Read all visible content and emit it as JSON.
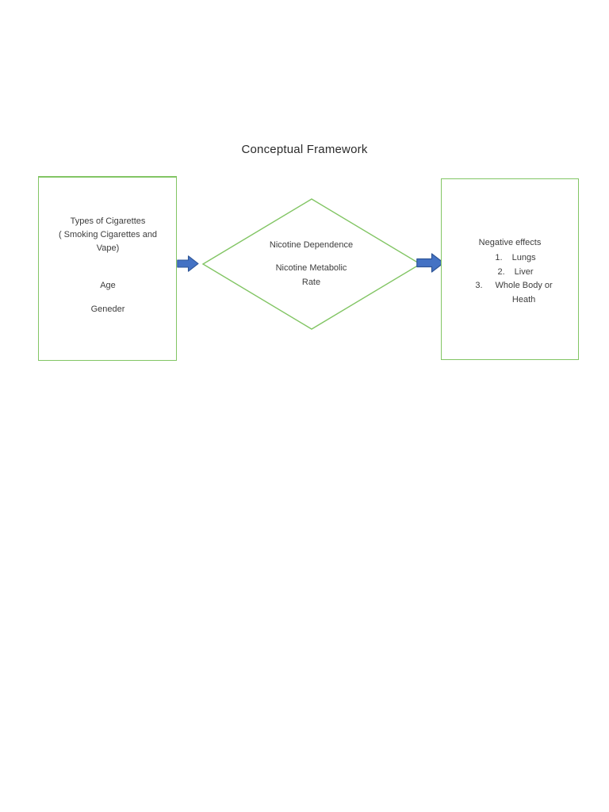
{
  "title": "Conceptual Framework",
  "colors": {
    "shape_border_green": "#82c564",
    "arrow_fill_blue": "#4472c4",
    "arrow_outline_blue": "#2e5597",
    "text": "#3d3d3d",
    "page_background": "#ffffff"
  },
  "left_box": {
    "lines": [
      "Types of Cigarettes",
      "( Smoking Cigarettes and",
      "Vape)"
    ],
    "age": "Age",
    "gender": "Geneder"
  },
  "diamond": {
    "line1": "Nicotine Dependence",
    "line2": "Nicotine Metabolic",
    "line3": "Rate"
  },
  "right_box": {
    "heading": "Negative effects",
    "items": [
      {
        "number": "1.",
        "label": "Lungs"
      },
      {
        "number": "2.",
        "label": "Liver"
      },
      {
        "number": "3.",
        "label": "Whole Body or Heath"
      }
    ]
  },
  "icons": {
    "left_arrow": "right-block-arrow",
    "right_arrow": "right-block-arrow"
  }
}
